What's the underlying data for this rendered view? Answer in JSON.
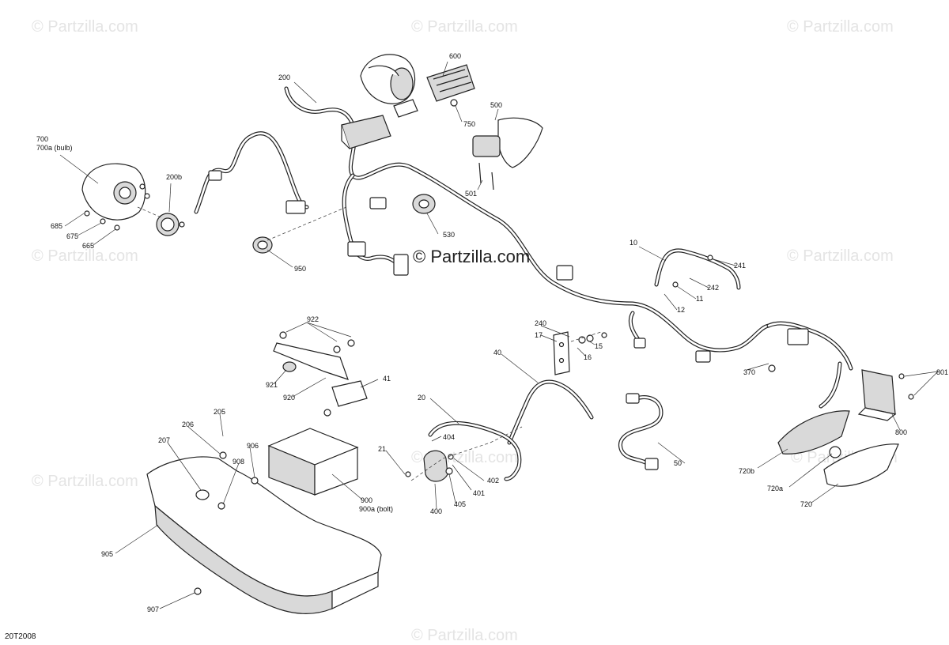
{
  "watermarks": {
    "corner": "© Partzilla.com",
    "center": "© Partzilla.com"
  },
  "diagram_code": "20T2008",
  "callouts": {
    "c200": "200",
    "c600": "600",
    "c750": "750",
    "c500": "500",
    "c501": "501",
    "c700": "700",
    "c700a": "700a (bulb)",
    "c200b": "200b",
    "c685": "685",
    "c675": "675",
    "c665": "665",
    "c530": "530",
    "c950": "950",
    "c10": "10",
    "c241": "241",
    "c242": "242",
    "c11": "11",
    "c12": "12",
    "c922": "922",
    "c17": "17",
    "c240": "240",
    "c15": "15",
    "c16": "16",
    "c40": "40",
    "c370": "370",
    "c801": "801",
    "c921": "921",
    "c920": "920",
    "c41": "41",
    "c205": "205",
    "c206": "206",
    "c207": "207",
    "c20": "20",
    "c404": "404",
    "c906": "906",
    "c908": "908",
    "c21": "21",
    "c402": "402",
    "c401": "401",
    "c405": "405",
    "c400": "400",
    "c900": "900",
    "c900a": "900a (bolt)",
    "c50": "50",
    "c800": "800",
    "c720b": "720b",
    "c720a": "720a",
    "c720": "720",
    "c905": "905",
    "c907": "907"
  },
  "colors": {
    "line": "#222222",
    "watermark": "#e4e4e4",
    "shade": "#d9d9d9"
  }
}
